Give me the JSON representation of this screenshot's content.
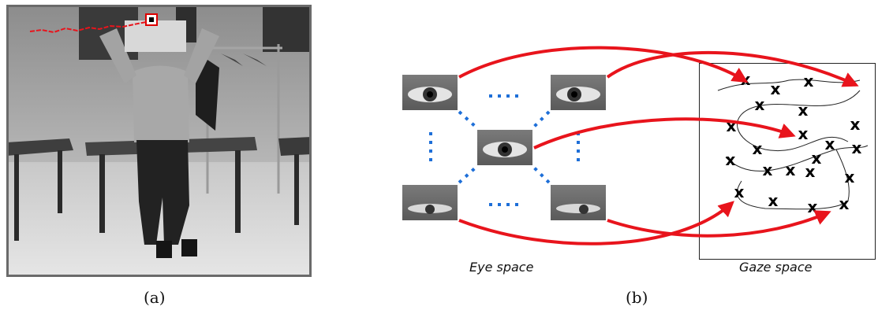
{
  "figure": {
    "panel_a": {
      "label": "(a)"
    },
    "panel_b": {
      "label": "(b)",
      "eye_space_label": "Eye space",
      "gaze_space_label": "Gaze space",
      "marker_glyph": "x",
      "ellipsis_glyph": "..."
    }
  },
  "colors": {
    "arrow": "#e8141c",
    "dots": "#1e6fd8",
    "trajectory": "#e8141c"
  }
}
